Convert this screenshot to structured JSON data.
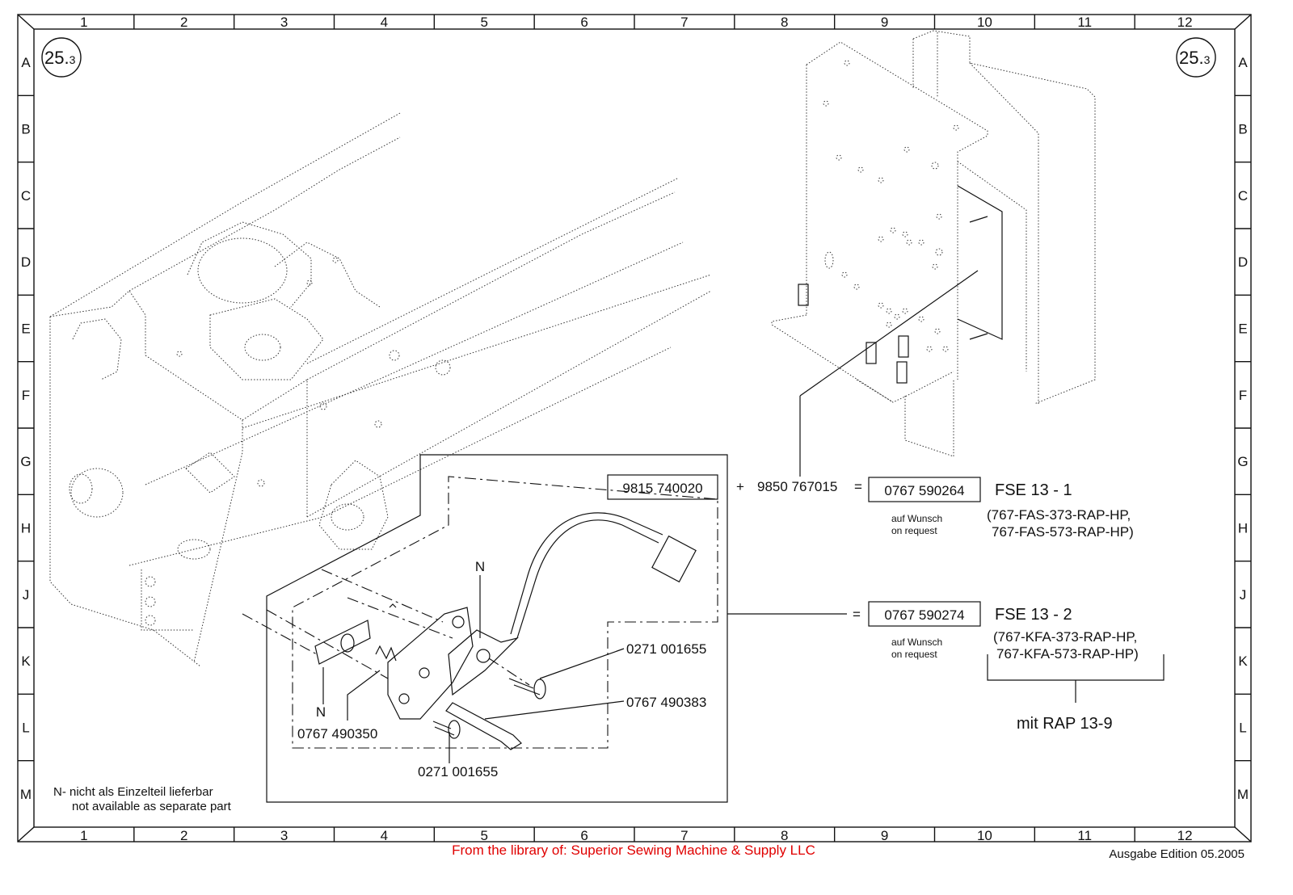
{
  "grid": {
    "columns": [
      "1",
      "2",
      "3",
      "4",
      "5",
      "6",
      "7",
      "8",
      "9",
      "10",
      "11",
      "12"
    ],
    "rows": [
      "A",
      "B",
      "C",
      "D",
      "E",
      "F",
      "G",
      "H",
      "J",
      "K",
      "L",
      "M"
    ]
  },
  "page_badge": {
    "number": "25.",
    "sub": "3"
  },
  "parts": {
    "assembly": "9815 740020",
    "plus_symbol": "+",
    "kit": "9850 767015",
    "equals_symbol": "=",
    "screw_top": "0271 001655",
    "handle": "0767 490383",
    "spring": "0767 490350",
    "screw_bottom": "0271 001655",
    "n_label": "N"
  },
  "variants": [
    {
      "part_number": "0767 590264",
      "name": "FSE 13 - 1",
      "request_de": "auf Wunsch",
      "request_en": "on request",
      "models": [
        "(767-FAS-373-RAP-HP,",
        "767-FAS-573-RAP-HP)"
      ]
    },
    {
      "part_number": "0767 590274",
      "name": "FSE 13 - 2",
      "request_de": "auf Wunsch",
      "request_en": "on request",
      "models": [
        "(767-KFA-373-RAP-HP,",
        "767-KFA-573-RAP-HP)"
      ]
    }
  ],
  "rap_note": "mit RAP 13-9",
  "footnote": {
    "de": "N- nicht als Einzelteil lieferbar",
    "en": "not available as separate part"
  },
  "source": "From the library of: Superior Sewing Machine & Supply LLC",
  "edition": "Ausgabe Edition 05.2005"
}
